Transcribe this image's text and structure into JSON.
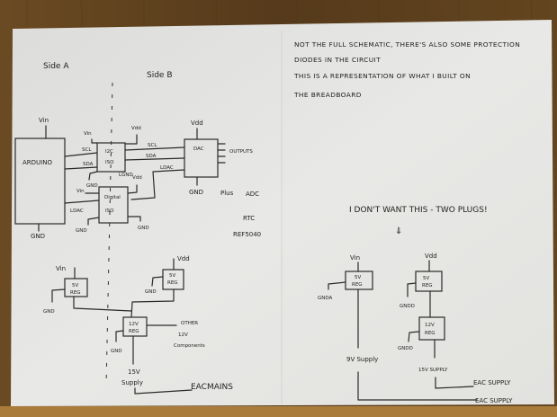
{
  "photo": {
    "subject": "Hand-drawn circuit schematic on paper lying on a wooden table",
    "colors": {
      "table": "#5e4220",
      "paper": "#e6e6e4",
      "ink": "#2a2a2a"
    }
  },
  "left_drawing": {
    "side_a_label": "Side A",
    "side_b_label": "Side B",
    "arduino": {
      "label": "ARDUINO",
      "vin": "Vin",
      "gnd": "GND"
    },
    "i2c_iso": {
      "label_top": "I2C",
      "label_bottom": "ISO",
      "vin": "Vin",
      "vdd": "Vdd",
      "gnd_a": "GND",
      "gnd_b": "LGND"
    },
    "digital_iso": {
      "label_top": "Digital",
      "label_bottom": "ISO",
      "vin": "Vin",
      "vdd": "Vdd",
      "gnd_a": "GND",
      "gnd_b": "GND"
    },
    "dac": {
      "label": "DAC",
      "vdd": "Vdd",
      "gnd": "GND",
      "outputs": "OUTPUTS"
    },
    "signals": {
      "scl": "SCL",
      "sda": "SDA",
      "ldac": "LDAC"
    },
    "plus_list": [
      "GND  Plus",
      "ADC",
      "RTC",
      "REF5040"
    ],
    "reg_5v_a": {
      "label_top": "5V",
      "label_bottom": "REG",
      "vin": "Vin",
      "gnd": "GND"
    },
    "reg_5v_b": {
      "label_top": "5V",
      "label_bottom": "REG",
      "vdd": "Vdd",
      "gnd": "GND"
    },
    "reg_12v": {
      "label_top": "12V",
      "label_bottom": "REG",
      "gnd": "GND"
    },
    "other_components": [
      "OTHER",
      "12V",
      "Components"
    ],
    "supply": [
      "15V",
      "Supply"
    ],
    "mains": "EACMAINS"
  },
  "right_notes": {
    "lines": [
      "NOT THE FULL SCHEMATIC, THERE'S ALSO SOME PROTECTION",
      "DIODES IN THE CIRCUIT",
      "THIS IS A REPRESENTATION OF WHAT I BUILT ON",
      "THE BREADBOARD"
    ],
    "complaint": "I DON'T WANT THIS - TWO PLUGS!",
    "arrow": "⇓"
  },
  "right_drawing": {
    "reg_5v_a": {
      "label_top": "5V",
      "label_bottom": "REG",
      "vin": "Vin",
      "gnd": "GNDA"
    },
    "reg_5v_b": {
      "label_top": "5V",
      "label_bottom": "REG",
      "vdd": "Vdd",
      "gnd": "GNDD"
    },
    "reg_12v": {
      "label_top": "12V",
      "label_bottom": "REG",
      "gnd": "GNDD"
    },
    "supply_9v": "9V Supply",
    "supply_15v": "15V SUPPLY",
    "ac_supply_1": "EAC SUPPLY",
    "ac_supply_2": "EAC SUPPLY"
  }
}
